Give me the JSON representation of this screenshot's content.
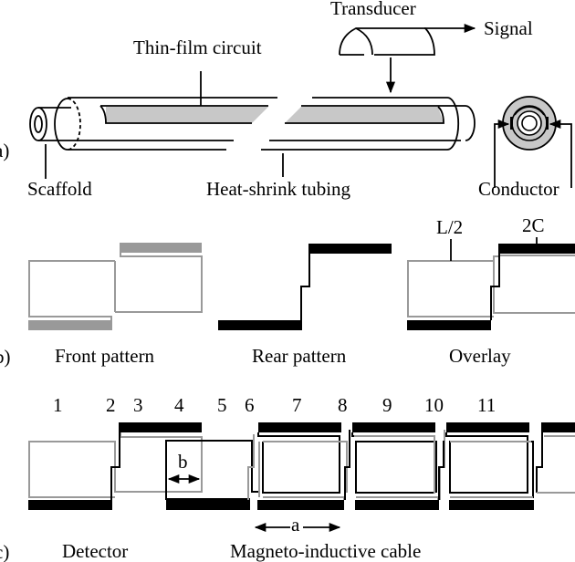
{
  "figure": {
    "panel_a": {
      "panel_label": "a)",
      "labels": {
        "thin_film_circuit": "Thin-film circuit",
        "transducer": "Transducer",
        "signal": "Signal",
        "scaffold": "Scaffold",
        "heat_shrink": "Heat-shrink tubing",
        "conductor": "Conductor"
      }
    },
    "panel_b": {
      "panel_label": "b)",
      "captions": {
        "front": "Front pattern",
        "rear": "Rear pattern",
        "overlay": "Overlay"
      },
      "overlay_labels": {
        "inductor": "L/2",
        "capacitor": "2C"
      }
    },
    "panel_c": {
      "panel_label": "c)",
      "element_numbers": [
        "1",
        "2",
        "3",
        "4",
        "5",
        "6",
        "7",
        "8",
        "9",
        "10",
        "11"
      ],
      "dimension_b": "b",
      "dimension_a": "a",
      "captions": {
        "detector": "Detector",
        "cable": "Magneto-inductive cable"
      }
    },
    "colors": {
      "ink": "#000000",
      "front_pattern": "#999999",
      "film_fill": "#c8c8c8"
    }
  }
}
